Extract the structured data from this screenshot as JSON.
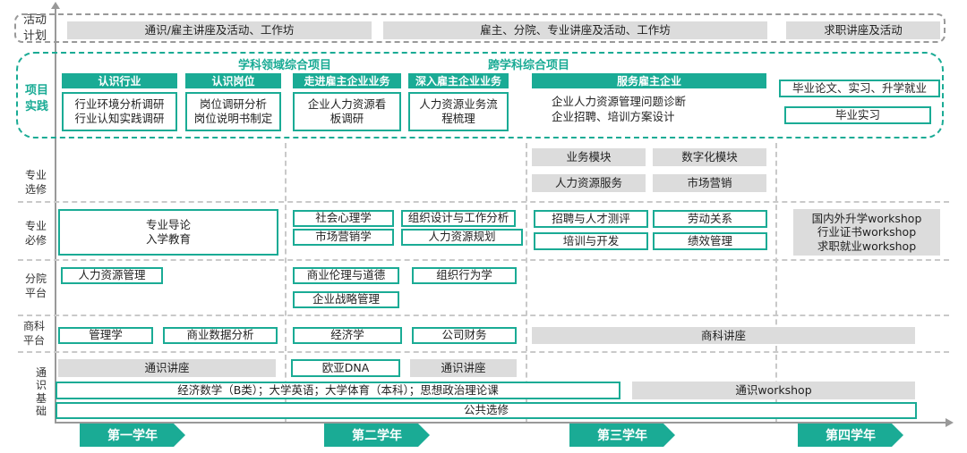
{
  "row_labels": {
    "activity": "活动\n计划",
    "project": "项目\n实践",
    "elective": "专业\n选修",
    "required": "专业\n必修",
    "school": "分院\n平台",
    "business": "商科\n平台",
    "general": "通\n识\n基\n础"
  },
  "activity_plan": {
    "col1": "通识/雇主讲座及活动、工作坊",
    "col2": "雇主、分院、专业讲座及活动、工作坊",
    "col3": "求职讲座及活动"
  },
  "project_practice": {
    "subject_label": "学科领域综合项目",
    "cross_label": "跨学科综合项目",
    "cards": [
      {
        "title": "认识行业",
        "body": "行业环境分析调研\n行业认知实践调研"
      },
      {
        "title": "认识岗位",
        "body": "岗位调研分析\n岗位说明书制定"
      },
      {
        "title": "走进雇主企业业务",
        "body": "企业人力资源看\n板调研"
      },
      {
        "title": "深入雇主企业业务",
        "body": "人力资源业务流\n程梳理"
      },
      {
        "title": "服务雇主企业",
        "body": "企业人力资源管理问题诊断\n企业招聘、培训方案设计"
      }
    ],
    "year4": [
      "毕业论文、实习、升学就业",
      "毕业实习"
    ]
  },
  "elective": [
    "业务模块",
    "数字化模块",
    "人力资源服务",
    "市场营销"
  ],
  "required": {
    "y1": "专业导论\n入学教育",
    "y2": [
      "社会心理学",
      "组织设计与工作分析",
      "市场营销学",
      "人力资源规划"
    ],
    "y3": [
      "招聘与人才测评",
      "劳动关系",
      "培训与开发",
      "绩效管理"
    ],
    "y4": "国内外升学workshop\n行业证书workshop\n求职就业workshop"
  },
  "school_platform": {
    "y1": [
      "人力资源管理"
    ],
    "y2": [
      "商业伦理与道德",
      "组织行为学",
      "企业战略管理"
    ]
  },
  "business_platform": {
    "y1": [
      "管理学",
      "商业数据分析"
    ],
    "y2": [
      "经济学",
      "公司财务"
    ],
    "y3": "商科讲座"
  },
  "general_foundation": {
    "y1_lecture": "通识讲座",
    "dna": "欧亚DNA",
    "y2_lecture": "通识讲座",
    "core": "经济数学（B类）；大学英语；大学体育（本科）；思想政治理论课",
    "workshop": "通识workshop",
    "electives": "公共选修"
  },
  "years": [
    "第一学年",
    "第二学年",
    "第三学年",
    "第四学年"
  ],
  "colors": {
    "accent": "#1aab95",
    "gray": "#dcdcdc"
  }
}
